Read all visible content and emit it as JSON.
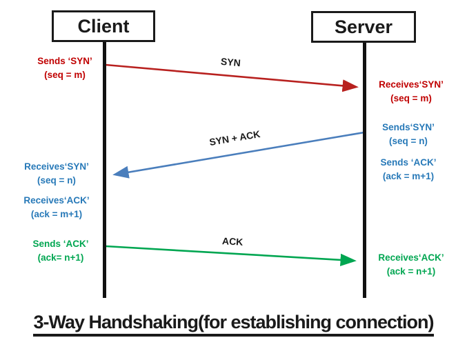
{
  "diagram": {
    "title": "3-Way Handshaking(for establishing connection)",
    "actors": {
      "left": "Client",
      "right": "Server"
    },
    "colors": {
      "syn_red": "#c00000",
      "arrow_red": "#b8211f",
      "synack_blue": "#2779b8",
      "arrow_blue": "#4a7ebc",
      "ack_green": "#00a651",
      "arrow_green": "#00a651",
      "line_black": "#1a1a1a"
    },
    "messages": {
      "syn": {
        "label": "SYN",
        "from": "Client",
        "to": "Server"
      },
      "synack": {
        "label": "SYN + ACK",
        "from": "Server",
        "to": "Client"
      },
      "ack": {
        "label": "ACK",
        "from": "Client",
        "to": "Server"
      }
    },
    "annotations": {
      "client": [
        {
          "line1": "Sends ‘SYN’",
          "line2": "(seq = m)"
        },
        {
          "line1": "Receives‘SYN’",
          "line2": "(seq = n)"
        },
        {
          "line1": "Receives‘ACK’",
          "line2": "(ack = m+1)"
        },
        {
          "line1": "Sends ‘ACK’",
          "line2": "(ack= n+1)"
        }
      ],
      "server": [
        {
          "line1": "Receives‘SYN’",
          "line2": "(seq = m)"
        },
        {
          "line1": "Sends‘SYN’",
          "line2": "(seq = n)"
        },
        {
          "line1": "Sends ‘ACK’",
          "line2": "(ack = m+1)"
        },
        {
          "line1": "Receives‘ACK’",
          "line2": "(ack = n+1)"
        }
      ]
    }
  }
}
